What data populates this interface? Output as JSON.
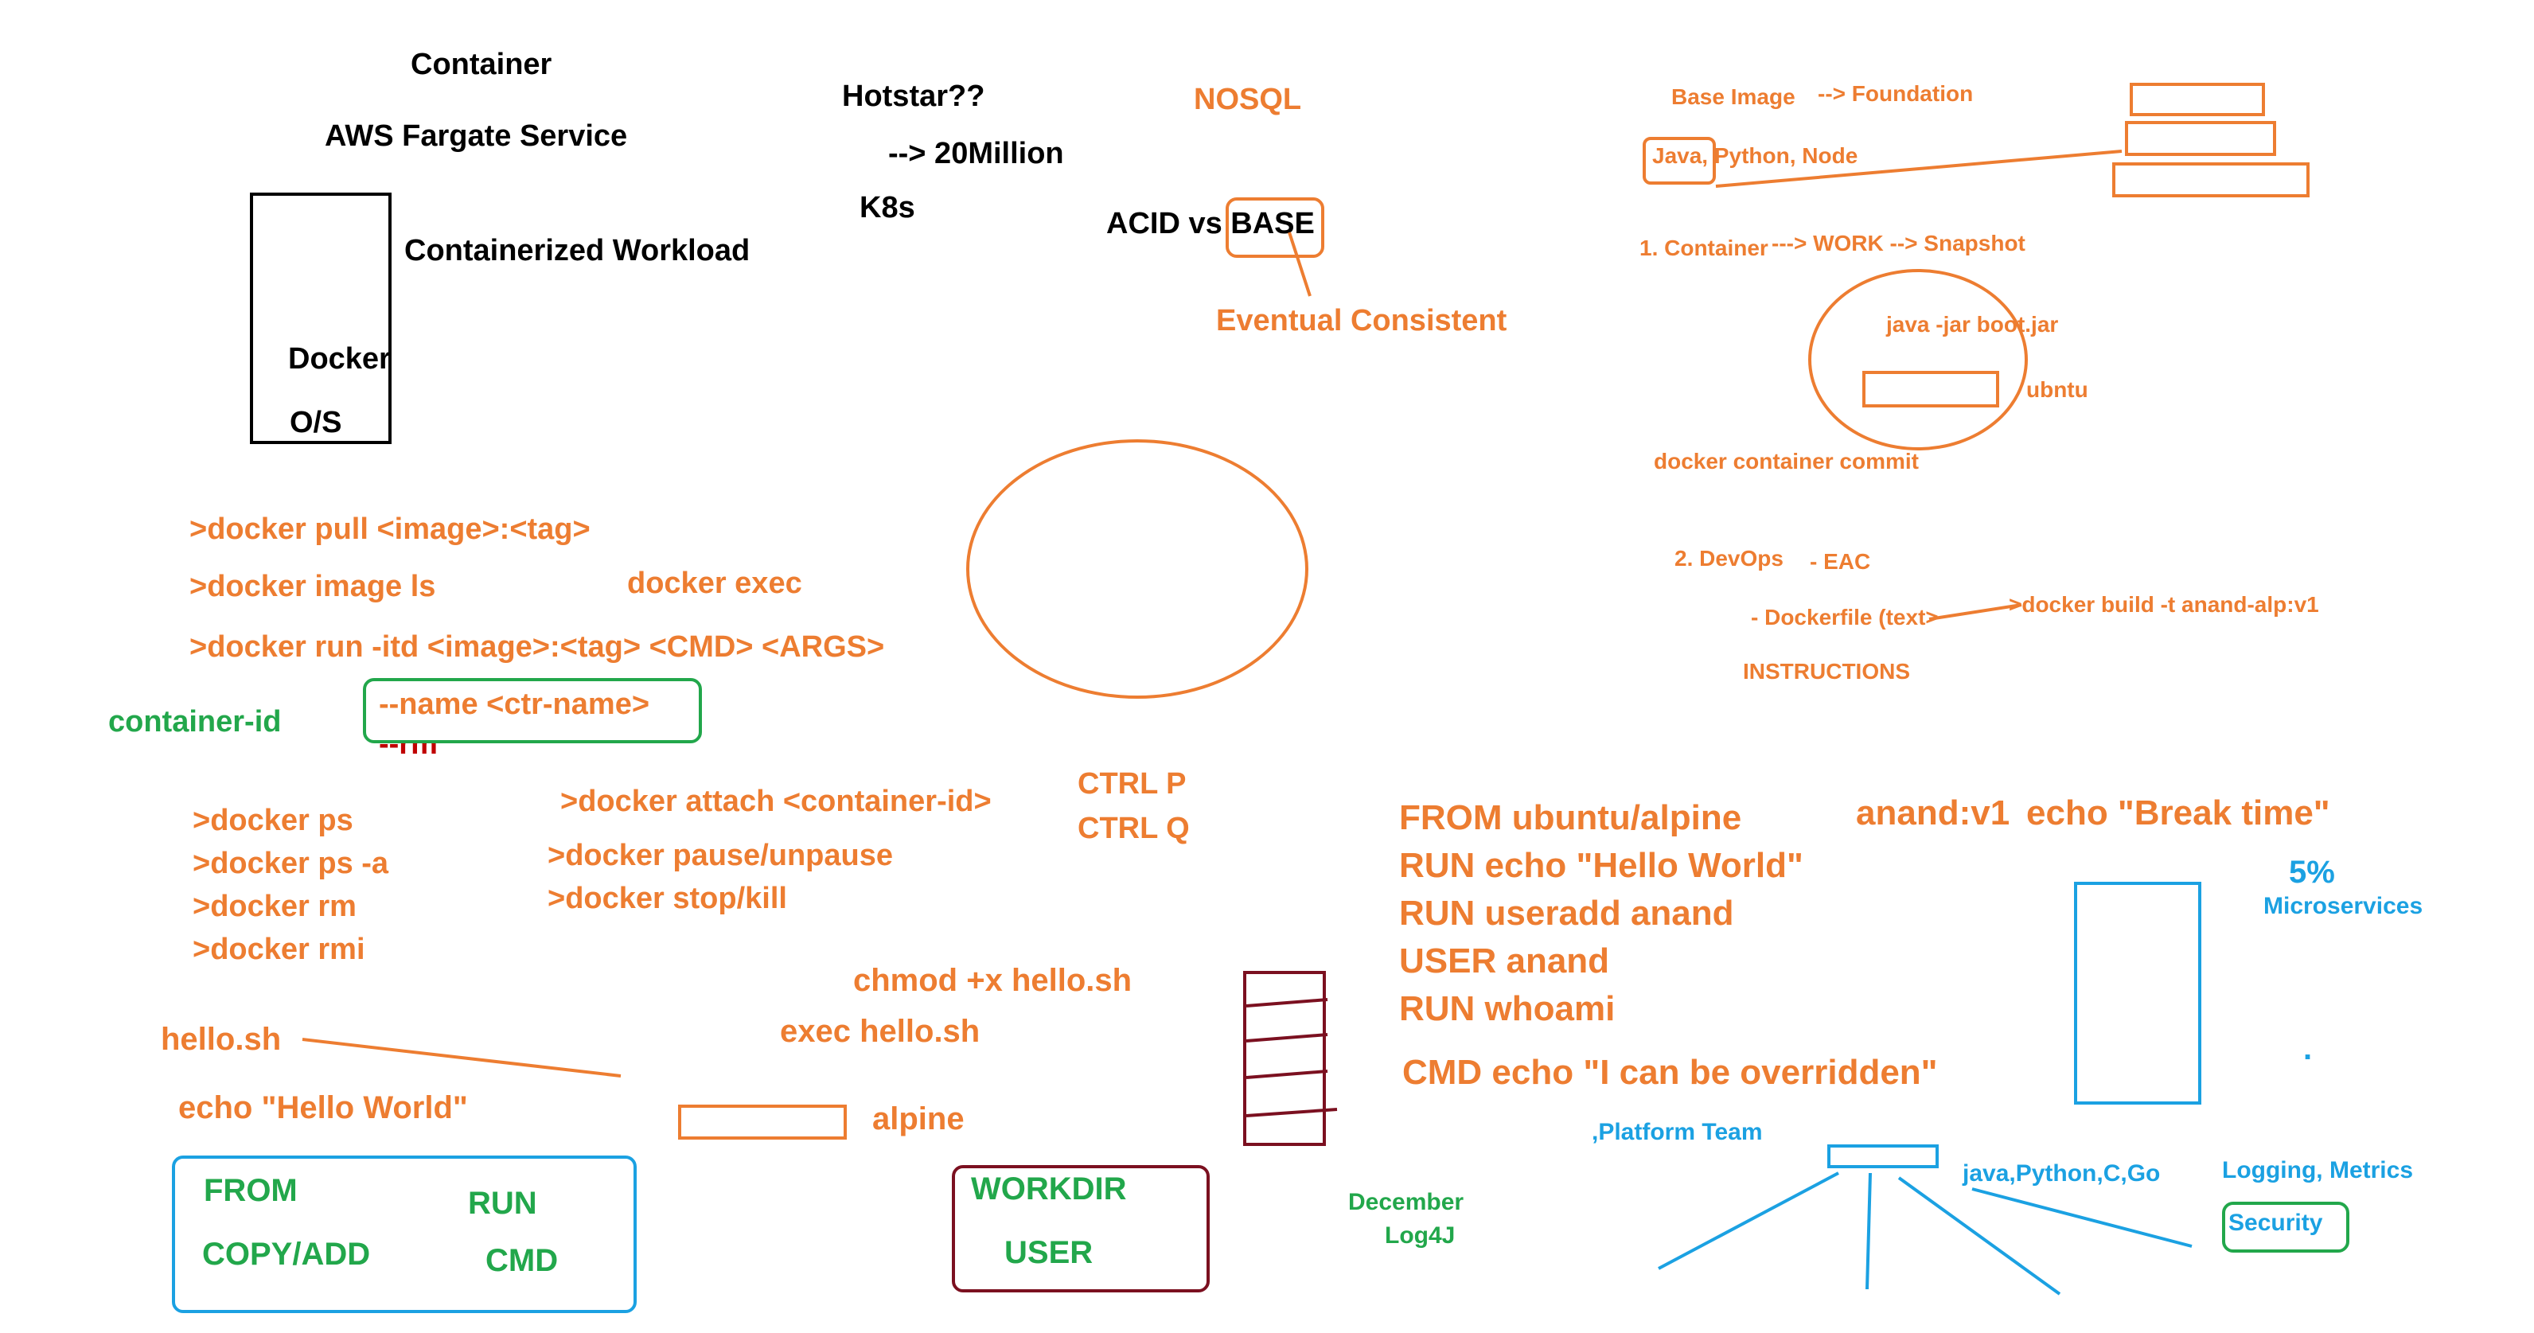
{
  "colors": {
    "black": "#000000",
    "orange": "#ED7D31",
    "green": "#22A74B",
    "blue": "#1BA1E2",
    "dark_red": "#7B1020",
    "red": "#C00000"
  },
  "texts": {
    "container": "Container",
    "aws_fargate": "AWS Fargate Service",
    "containerized_workload": "Containerized Workload",
    "docker": "Docker",
    "os": "O/S",
    "hotstar": "Hotstar??",
    "twenty_million": "--> 20Million",
    "k8s": "K8s",
    "nosql": "NOSQL",
    "acid_vs_base": "ACID vs BASE",
    "eventual_consistent": "Eventual Consistent",
    "base_image": "Base Image",
    "foundation": "--> Foundation",
    "java_python_node": "Java, Python, Node",
    "container_work_snapshot_1": "1. Container",
    "container_work_snapshot_2": "---> WORK --> Snapshot",
    "java_jar_boot": "java -jar boot.jar",
    "ubuntu": "ubntu",
    "docker_container_commit": "docker container commit",
    "devops": "2. DevOps",
    "eac": "- EAC",
    "dockerfile_text": "- Dockerfile (text>",
    "docker_build": ">docker build -t anand-alp:v1",
    "instructions": "INSTRUCTIONS",
    "cmd_pull": ">docker pull <image>:<tag>",
    "cmd_image_ls": ">docker image ls",
    "docker_exec": "docker exec",
    "cmd_run": ">docker run -itd <image>:<tag> <CMD> <ARGS>",
    "container_id": "container-id",
    "name_ctr": "--name <ctr-name>",
    "rm": "--rm",
    "cmd_ps": ">docker ps",
    "cmd_ps_a": ">docker ps -a",
    "cmd_rm": ">docker rm",
    "cmd_rmi": ">docker rmi",
    "cmd_attach": ">docker attach <container-id>",
    "cmd_pause": ">docker pause/unpause",
    "cmd_stop": ">docker stop/kill",
    "ctrl_p": "CTRL P",
    "ctrl_q": "CTRL Q",
    "df_from": "FROM ubuntu/alpine",
    "df_run_echo": "RUN echo \"Hello World\"",
    "df_useradd": "RUN useradd anand",
    "df_user": "USER anand",
    "df_whoami": "RUN whoami",
    "df_cmd": "CMD echo \"I can be overridden\"",
    "anand_v1": "anand:v1",
    "echo_break": "echo \"Break time\"",
    "five_percent": "5%",
    "microservices": "Microservices",
    "dot": ".",
    "chmod": "chmod +x hello.sh",
    "exec_hello": "exec hello.sh",
    "hello_sh": "hello.sh",
    "echo_hello": "echo \"Hello World\"",
    "alpine": "alpine",
    "platform_team": ",Platform Team",
    "java_python_c_go": "java,Python,C,Go",
    "logging_metrics": "Logging, Metrics",
    "security": "Security",
    "december": "December",
    "log4j": "Log4J",
    "instr_from": "FROM",
    "instr_run": "RUN",
    "instr_copy_add": "COPY/ADD",
    "instr_cmd": "CMD",
    "instr_workdir": "WORKDIR",
    "instr_user": "USER"
  }
}
